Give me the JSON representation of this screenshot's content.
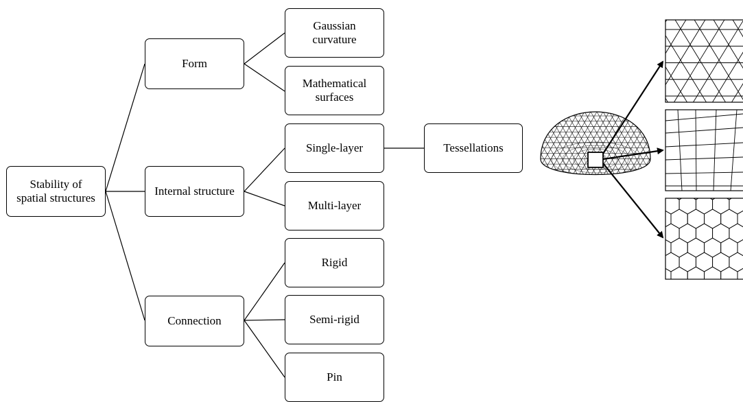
{
  "nodes": {
    "root": "Stability of\nspatial structures",
    "form": "Form",
    "internal": "Internal structure",
    "connection": "Connection",
    "gaussian": "Gaussian\ncurvature",
    "mathematical": "Mathematical\nsurfaces",
    "single": "Single-layer",
    "multi": "Multi-layer",
    "rigid": "Rigid",
    "semirigid": "Semi-rigid",
    "pin": "Pin",
    "tessellations": "Tessellations"
  },
  "tessellation_types": [
    "triangular-grid-icon",
    "quadrilateral-grid-icon",
    "hexagonal-grid-icon"
  ],
  "colors": {
    "line": "#000000",
    "background": "#ffffff"
  }
}
